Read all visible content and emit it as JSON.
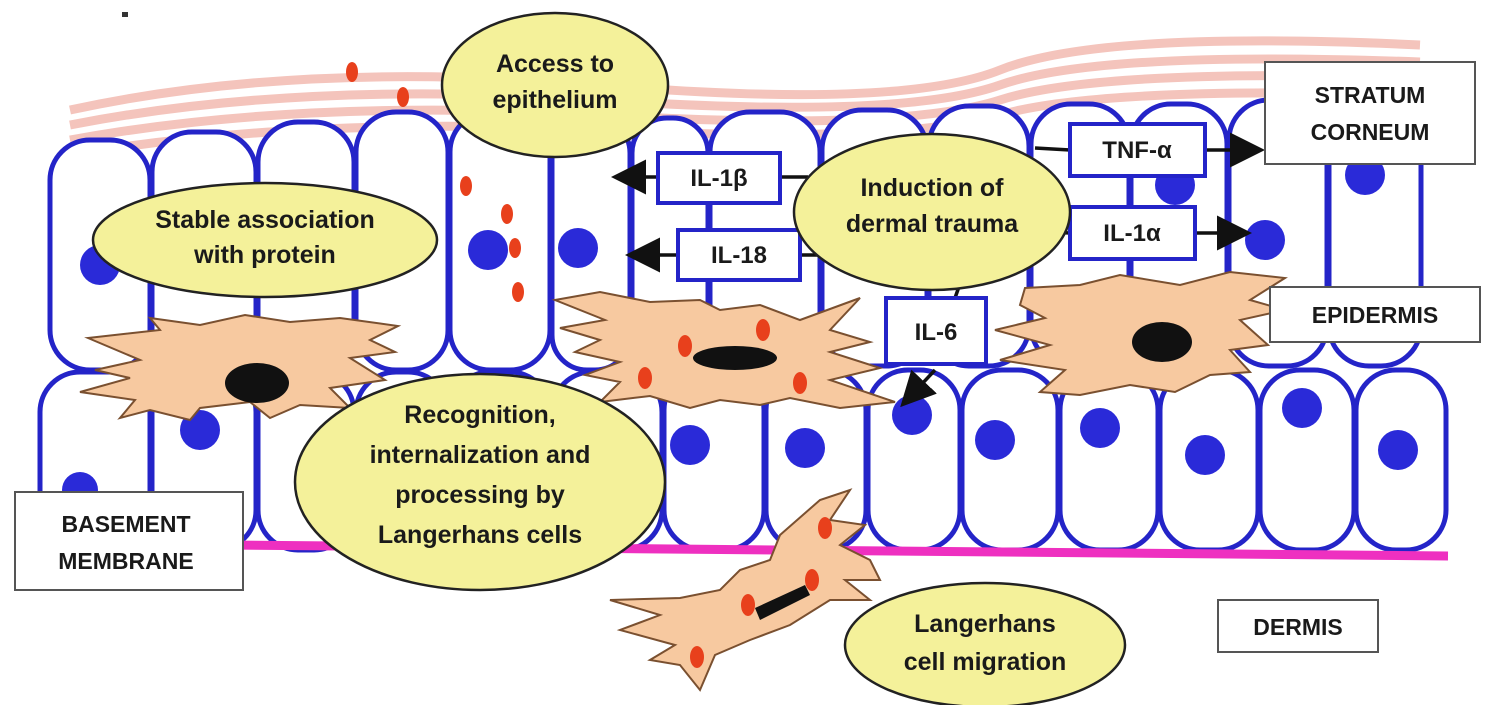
{
  "layers": {
    "stratum_corneum": [
      "STRATUM",
      "CORNEUM"
    ],
    "epidermis": "EPIDERMIS",
    "basement_membrane": [
      "BASEMENT",
      "MEMBRANE"
    ],
    "dermis": "DERMIS"
  },
  "processes": {
    "access": [
      "Access to",
      "epithelium"
    ],
    "stable_association": [
      "Stable association",
      "with protein"
    ],
    "recognition": [
      "Recognition,",
      "internalization and",
      "processing by",
      "Langerhans cells"
    ],
    "dermal_trauma": [
      "Induction of",
      "dermal trauma"
    ],
    "migration": [
      "Langerhans",
      "cell migration"
    ]
  },
  "cytokines": {
    "il1b": "IL-1β",
    "il18": "IL-18",
    "tnfa": "TNF-α",
    "il1a": "IL-1α",
    "il6": "IL-6"
  },
  "colors": {
    "cell_outline": "#2424c8",
    "nucleus": "#2a2ad8",
    "langerhans_cell": "#f7c9a0",
    "antigen": "#e8401c",
    "ellipse_fill": "#f4f19a",
    "basement_membrane": "#ee30c0",
    "stratum_corneum": "#f6c8c0"
  }
}
